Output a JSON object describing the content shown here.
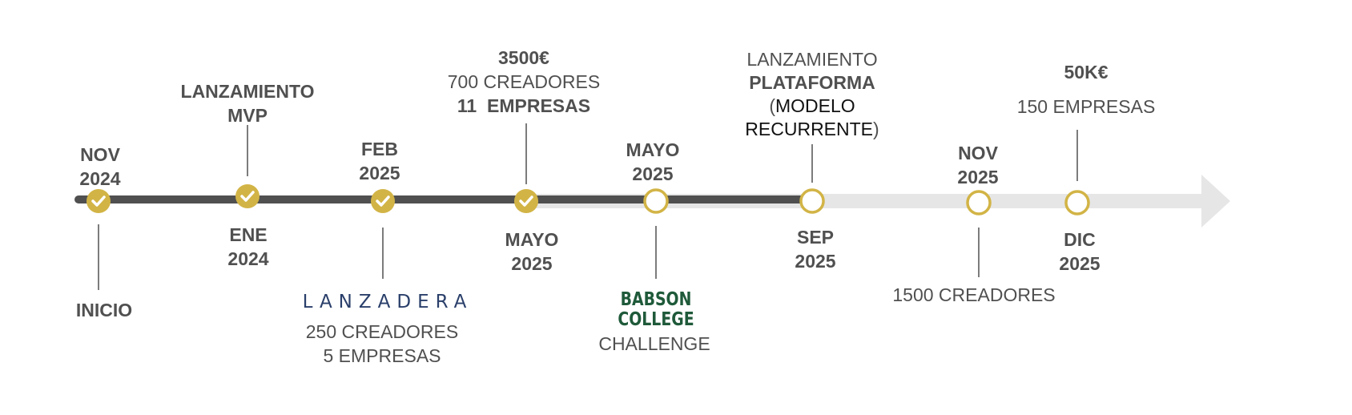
{
  "colors": {
    "track_done": "#505050",
    "track_future": "#e6e6e6",
    "milestone": "#d2b446",
    "text": "#505050",
    "babson_green": "#1f5a3a",
    "lanzadera_blue": "#2a3f6a"
  },
  "milestones": [
    {
      "id": "m1",
      "done": true,
      "date": [
        "NOV",
        "2024"
      ],
      "note": [
        "INICIO"
      ]
    },
    {
      "id": "m2",
      "done": true,
      "date": [
        "ENE",
        "2024"
      ],
      "note": [
        "LANZAMIENTO",
        "MVP"
      ]
    },
    {
      "id": "m3",
      "done": true,
      "date": [
        "FEB",
        "2025"
      ],
      "logo": "LANZADERA",
      "note": [
        "250 CREADORES",
        "5 EMPRESAS"
      ]
    },
    {
      "id": "m4",
      "done": true,
      "date": [
        "MAYO",
        "2025"
      ],
      "note": [
        "3500€",
        "700 CREADORES",
        "11  EMPRESAS"
      ]
    },
    {
      "id": "m5",
      "done": false,
      "date": [
        "MAYO",
        "2025"
      ],
      "logo": [
        "BABSON",
        "COLLEGE"
      ],
      "note": [
        "CHALLENGE"
      ]
    },
    {
      "id": "m6",
      "done": false,
      "date": [
        "SEP",
        "2025"
      ],
      "note": [
        "LANZAMIENTO",
        "PLATAFORMA",
        "(",
        "MODELO",
        "RECURRENTE",
        ")"
      ]
    },
    {
      "id": "m7",
      "done": false,
      "date": [
        "NOV",
        "2025"
      ],
      "note": [
        "1500 CREADORES"
      ]
    },
    {
      "id": "m8",
      "done": false,
      "date": [
        "DIC",
        "2025"
      ],
      "note": [
        "50K€",
        "150 EMPRESAS"
      ]
    }
  ],
  "check_icon": "check-icon"
}
